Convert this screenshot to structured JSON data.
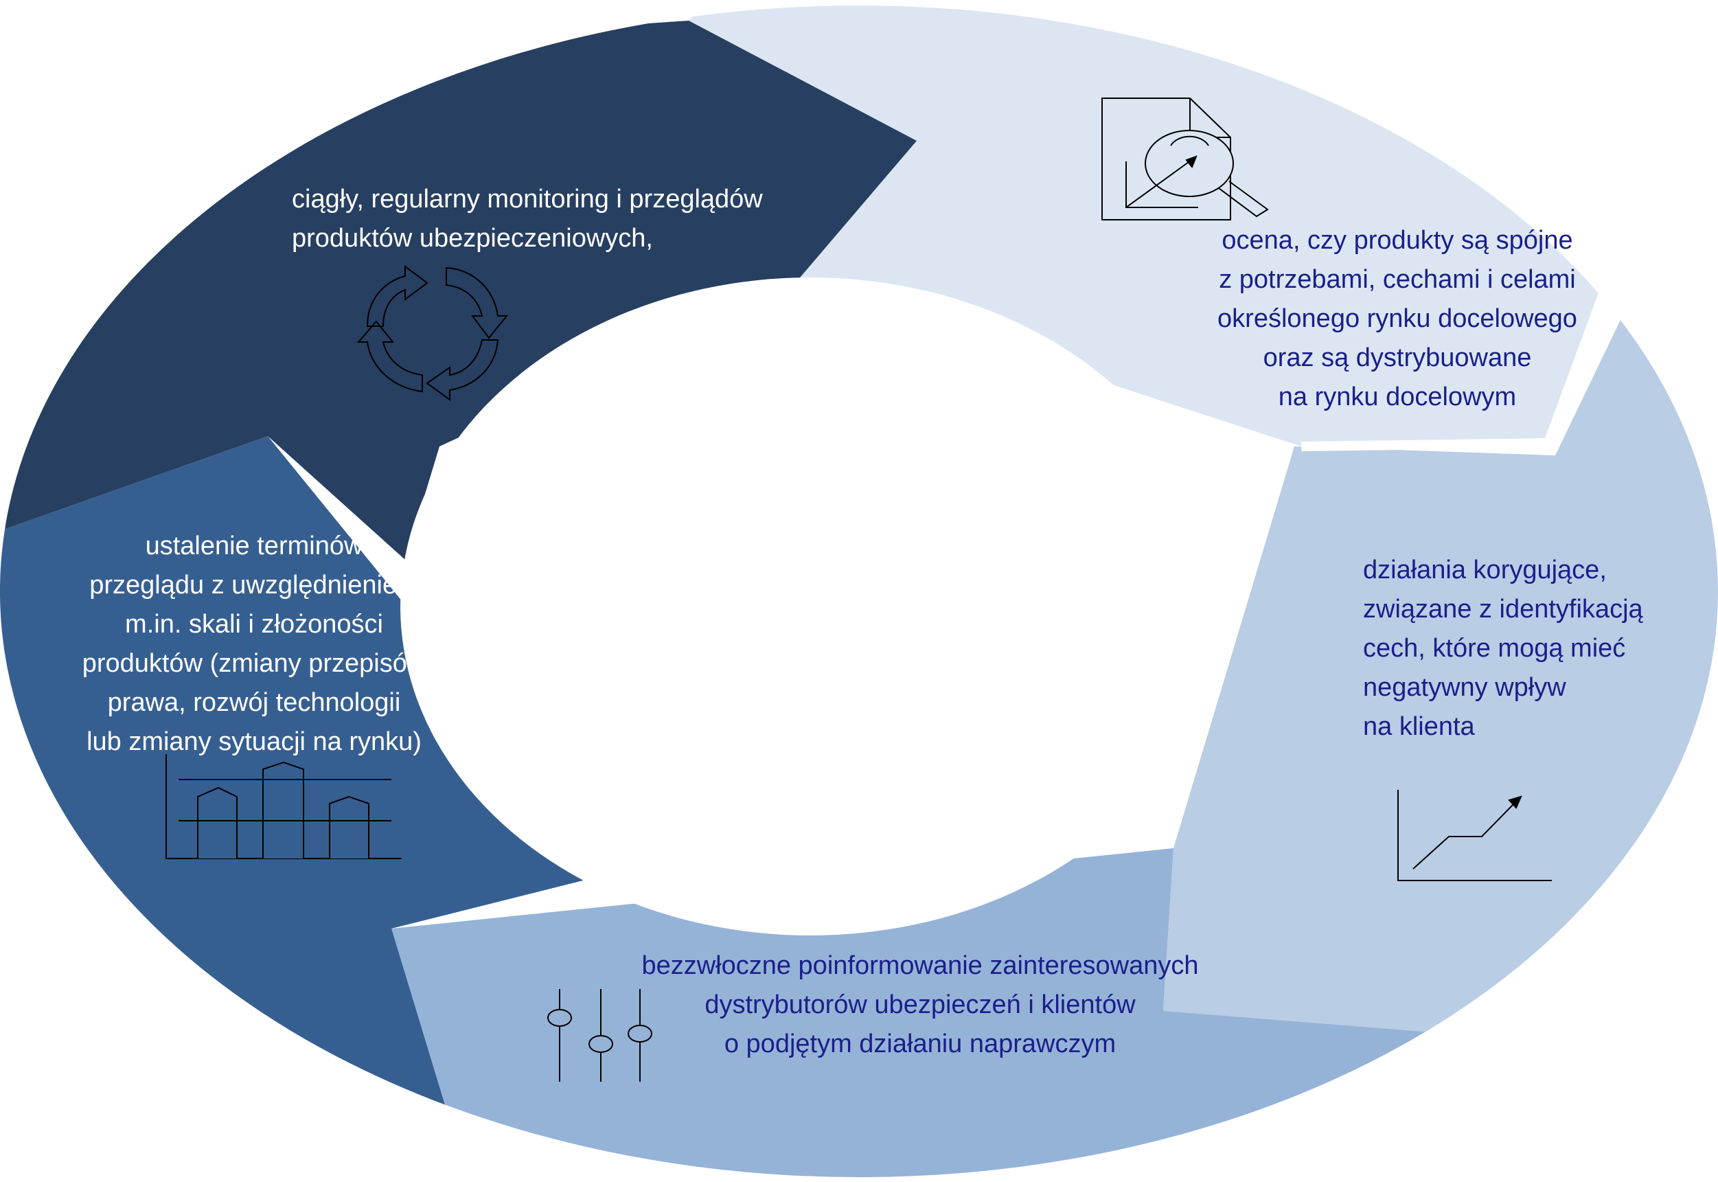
{
  "colors": {
    "segment_navy": "#273f60",
    "segment_light": "#dce6f2",
    "segment_mid_light": "#b9cde5",
    "segment_mid": "#95b3d7",
    "segment_blue": "#365f91",
    "text_on_dark": "#ffffff",
    "text_on_light": "#1a1f8a",
    "icon_stroke": "#000000",
    "background": "#ffffff"
  },
  "steps": [
    {
      "id": "monitoring",
      "lines": [
        "ciągły, regularny monitoring i przeglądów",
        "produktów ubezpieczeniowych,"
      ],
      "icon": "cycle-arrows-icon"
    },
    {
      "id": "assessment",
      "lines": [
        "ocena, czy produkty są spójne",
        "z potrzebami,  cechami i celami",
        "określonego rynku docelowego",
        "oraz  są dystrybuowane",
        "na rynku docelowym"
      ],
      "icon": "document-magnifier-icon"
    },
    {
      "id": "corrective",
      "lines": [
        "działania korygujące,",
        "związane z identyfikacją",
        "cech, które mogą mieć",
        "negatywny wpływ",
        "na klienta"
      ],
      "icon": "trend-chart-icon"
    },
    {
      "id": "inform",
      "lines": [
        "bezzwłoczne poinformowanie zainteresowanych",
        "dystrybutorów ubezpieczeń i klientów",
        "o podjętym działaniu naprawczym"
      ],
      "icon": "sliders-icon"
    },
    {
      "id": "schedule",
      "lines": [
        "ustalenie terminów",
        "przeglądu z uwzględnieniem",
        "m.in. skali i  złożoności",
        "produktów (zmiany przepisów",
        "prawa, rozwój technologii",
        "lub zmiany sytuacji na rynku)"
      ],
      "icon": "bar-columns-icon"
    }
  ]
}
